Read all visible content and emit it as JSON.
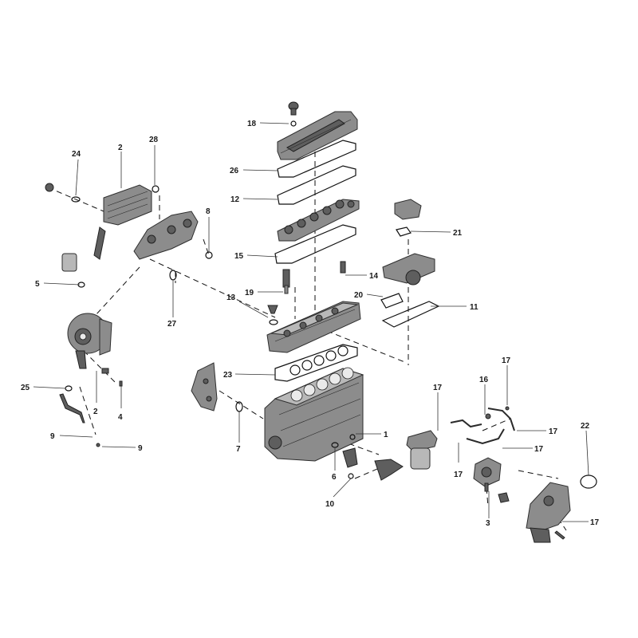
{
  "callouts": {
    "c1": "1",
    "c2a": "2",
    "c2b": "2",
    "c3": "3",
    "c4": "4",
    "c5": "5",
    "c6": "6",
    "c7": "7",
    "c8": "8",
    "c9a": "9",
    "c9b": "9",
    "c10": "10",
    "c11": "11",
    "c12": "12",
    "c13": "13",
    "c14": "14",
    "c15": "15",
    "c16": "16",
    "c17a": "17",
    "c17b": "17",
    "c17c": "17",
    "c17d": "17",
    "c17e": "17",
    "c17f": "17",
    "c18": "18",
    "c19": "19",
    "c20": "20",
    "c21": "21",
    "c22": "22",
    "c23": "23",
    "c24": "24",
    "c25": "25",
    "c26": "26",
    "c27": "27",
    "c28": "28"
  }
}
